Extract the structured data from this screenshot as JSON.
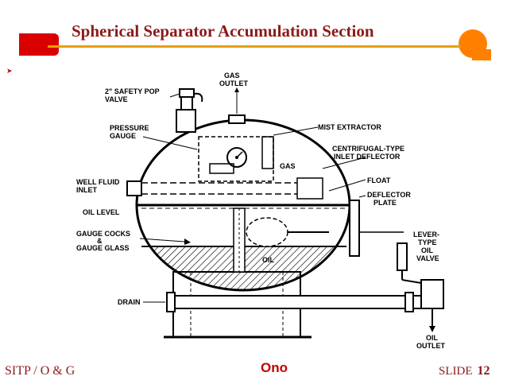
{
  "header": {
    "title": "Spherical Separator Accumulation Section",
    "bullet": "➤"
  },
  "colors": {
    "title": "#8b1a1a",
    "accent_bar": "#e8a000",
    "deco_left": "#d90000",
    "deco_right": "#ff7f00",
    "footer_center": "#c00000"
  },
  "diagram": {
    "labels": {
      "gas_outlet_1": "GAS",
      "gas_outlet_2": "OUTLET",
      "safety_valve_1": "2\" SAFETY POP",
      "safety_valve_2": "VALVE",
      "mist_extractor": "MIST EXTRACTOR",
      "pressure_gauge_1": "PRESSURE",
      "pressure_gauge_2": "GAUGE",
      "inlet_deflector_1": "CENTRIFUGAL-TYPE",
      "inlet_deflector_2": "INLET DEFLECTOR",
      "gas": "GAS",
      "well_fluid_1": "WELL FLUID",
      "well_fluid_2": "INLET",
      "float": "FLOAT",
      "deflector_plate_1": "DEFLECTOR",
      "deflector_plate_2": "PLATE",
      "oil_level": "OIL LEVEL",
      "gauge_cocks_1": "GAUGE COCKS",
      "gauge_cocks_2": "&",
      "gauge_cocks_3": "GAUGE GLASS",
      "oil": "OIL",
      "lever_valve_1": "LEVER-",
      "lever_valve_2": "TYPE",
      "lever_valve_3": "OIL",
      "lever_valve_4": "VALVE",
      "drain": "DRAIN",
      "oil_outlet_1": "OIL",
      "oil_outlet_2": "OUTLET"
    }
  },
  "footer": {
    "left": "SITP / O & G",
    "center": "Ono",
    "slide_label": "SLIDE",
    "slide_number": "12"
  }
}
